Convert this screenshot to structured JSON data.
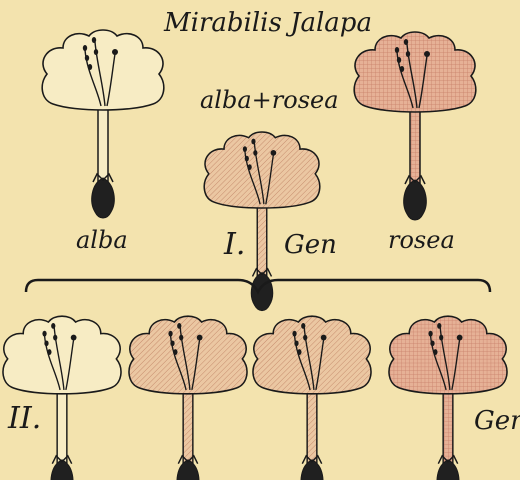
{
  "title": "Mirabilis Jalapa",
  "parents": {
    "left_label": "alba",
    "right_label": "rosea"
  },
  "f1": {
    "label": "alba+rosea",
    "generation": "I.",
    "gen_word": "Gen"
  },
  "f2": {
    "generation": "II.",
    "gen_word": "Gen."
  },
  "colors": {
    "background": "#f3e3ae",
    "white_flower": "#f7ecc4",
    "pale_pink": "#ebc7a2",
    "pink": "#e6b196",
    "ink": "#1a1a1a"
  }
}
